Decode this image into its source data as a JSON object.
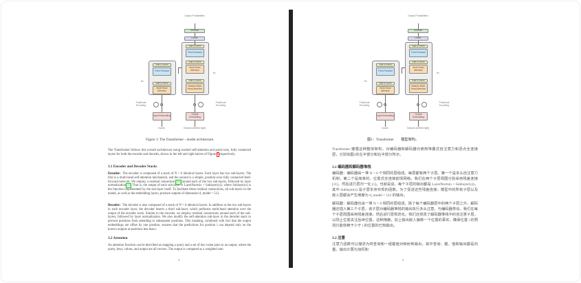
{
  "diagram": {
    "output_probabilities": "Output Probabilities",
    "softmax": "Softmax",
    "linear": "Linear",
    "add_norm": "Add & Norm",
    "feed_forward": "Feed Forward",
    "multi_head_attention": "Multi-Head Attention",
    "masked_multi_head_attention": "Masked Multi-Head Attention",
    "nx": "N×",
    "positional_encoding": "Positional Encoding",
    "input_embedding": "Input Embedding",
    "output_embedding": "Output Embedding",
    "inputs": "Inputs",
    "outputs": "Outputs (shifted right)",
    "colors": {
      "softmax": "#cfe8cc",
      "linear": "#d9def2",
      "add_norm": "#f1f1bd",
      "feed_forward": "#c7e4f7",
      "attention": "#fbdcb3",
      "embedding": "#f6d9d8",
      "stack": "#eeeeee"
    }
  },
  "left_page": {
    "caption": "Figure 1: The Transformer - model architecture.",
    "intro": "The Transformer follows this overall architecture using stacked self-attention and point-wise, fully connected layers for both the encoder and decoder, shown in the left and right halves of Figure ",
    "intro_ref": "1",
    "intro_end": " respectively.",
    "h31": "3.1   Encoder and Decoder Stacks",
    "enc_label": "Encoder:",
    "enc_1": "The encoder is composed of a stack of N = 6 identical layers. Each layer has two sub-layers. The first is a multi-head self-attention mechanism, and the second is a simple, position-wise fully connected feed-forward network. We employ a residual connection ",
    "enc_ref1": "[11]",
    "enc_2": " around each of the two sub-layers, followed by layer normalization ",
    "enc_ref2": "[1]",
    "enc_3": ". That is, the output of each sub-layer is LayerNorm(x + Sublayer(x)), where Sublayer(x) is the function implemented by the sub-layer itself. To facilitate these residual connections, all sub-layers in the model, as well as the embedding layers, produce outputs of dimension d_model = 512.",
    "dec_label": "Decoder:",
    "dec_text": "The decoder is also composed of a stack of N = 6 identical layers. In addition to the two sub-layers in each encoder layer, the decoder inserts a third sub-layer, which performs multi-head attention over the output of the encoder stack. Similar to the encoder, we employ residual connections around each of the sub-layers, followed by layer normalization. We also modify the self-attention sub-layer in the decoder stack to prevent positions from attending to subsequent positions. This masking, combined with fact that the output embeddings are offset by one position, ensures that the predictions for position i can depend only on the known outputs at positions less than i.",
    "h32": "3.2   Attention",
    "att_text": "An attention function can be described as mapping a query and a set of key-value pairs to an output, where the query, keys, values, and output are all vectors. The output is computed as a weighted sum",
    "page_number": "3"
  },
  "right_page": {
    "caption": "图1：Transformer　　模型架构。",
    "intro": "Transformer 遵循这种整体架构，对编码器和解码器均使用堆叠式自注意力和逐点全连接层，分别如图1的左半部分和右半部分所示。",
    "h31": "3.1 编码器和解码器堆栈",
    "enc_text": "编码器：编码器由一堆 N = 6 个相同的层组成。每层都有两个子层。第一个是多头自注意力机制，第二个是简单的、位置式全连接前馈网络。我们在两个子层周围分别采用残差连接 [11]，然后进行层归一化 [1]。也就是说，每个子层的输出都是 LayerNorm(x + Sublayer(x))，其中 Sublayer(x) 是子层本身实现的函数。为了促进这些残差连接，模型中的所有子层以及嵌入层都会产生维度为 d_model = 512 的输出。",
    "dec_text": "解码器：解码器也由一堆 N = 6 相同的层组成。除了每个编码器层中的两个子层之外，解码器还插入第三个子层，该子层对编码器堆栈的输出执行多头注意。与编码器类似，我们在每个子层周围采用残差连接，然后进行层规范化。我们还修改了解码器堆栈中的自注意子层，以防止位置关注后续位置。这种掩蔽，加上输出嵌入偏移一个位置的事实，确保位置 i 的预测只能依赖于小于 i 的位置的已知输出。",
    "h32": "3.2 注意",
    "att_text": "注意力函数可以描述为将查询和一组键值对映射到输出，其中查询、键、值和输出都是向量。输出计算为加权和",
    "page_number": "3"
  }
}
